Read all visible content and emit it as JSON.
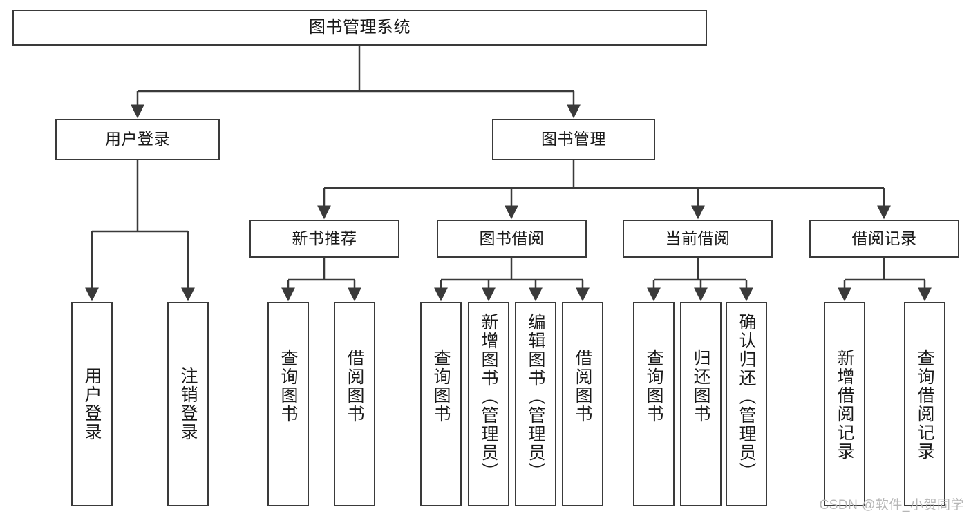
{
  "diagram": {
    "title": "图书管理系统",
    "type": "tree-hierarchy",
    "stroke_color": "#3a3a3a",
    "fill_color": "#ffffff",
    "watermark": "CSDN @软件_小贺同学",
    "nodes": {
      "root": {
        "label": "图书管理系统"
      },
      "level2": [
        {
          "id": "user-login",
          "label": "用户登录"
        },
        {
          "id": "book-manage",
          "label": "图书管理"
        }
      ],
      "level3": [
        {
          "id": "new-book-recommend",
          "label": "新书推荐"
        },
        {
          "id": "book-borrow",
          "label": "图书借阅"
        },
        {
          "id": "current-borrow",
          "label": "当前借阅"
        },
        {
          "id": "borrow-record",
          "label": "借阅记录"
        }
      ],
      "leaves": {
        "user_login": [
          {
            "id": "leaf-user-login",
            "label": "用户登录"
          },
          {
            "id": "leaf-user-logout",
            "label": "注销登录"
          }
        ],
        "new_book_recommend": [
          {
            "id": "leaf-query-book-1",
            "label": "查询图书"
          },
          {
            "id": "leaf-borrow-book-1",
            "label": "借阅图书"
          }
        ],
        "book_borrow": [
          {
            "id": "leaf-query-book-2",
            "label": "查询图书"
          },
          {
            "id": "leaf-add-book",
            "label": "新增图书（管理员）"
          },
          {
            "id": "leaf-edit-book",
            "label": "编辑图书（管理员）"
          },
          {
            "id": "leaf-borrow-book-2",
            "label": "借阅图书"
          }
        ],
        "current_borrow": [
          {
            "id": "leaf-query-book-3",
            "label": "查询图书"
          },
          {
            "id": "leaf-return-book",
            "label": "归还图书"
          },
          {
            "id": "leaf-confirm-return",
            "label": "确认归还（管理员）"
          }
        ],
        "borrow_record": [
          {
            "id": "leaf-add-record",
            "label": "新增借阅记录"
          },
          {
            "id": "leaf-query-record",
            "label": "查询借阅记录"
          }
        ]
      }
    }
  }
}
